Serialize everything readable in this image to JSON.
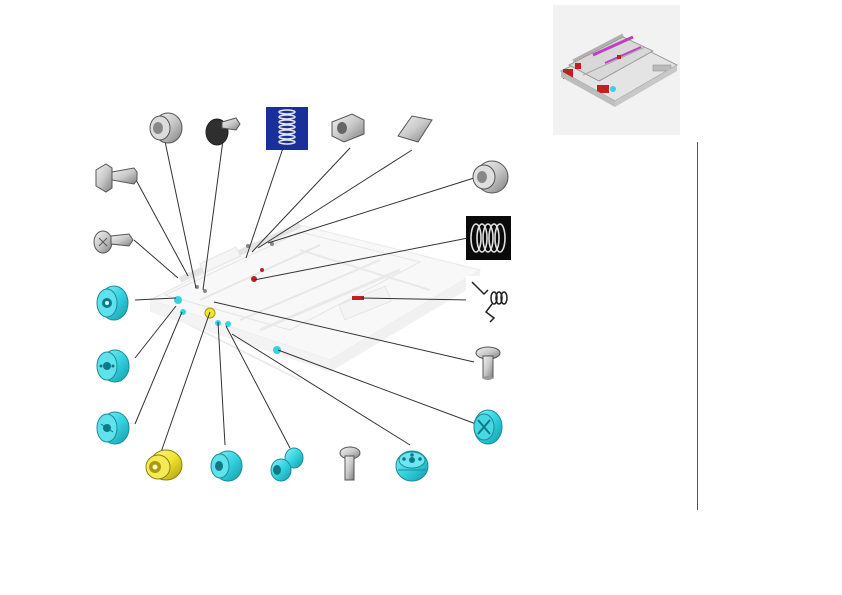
{
  "diagram": {
    "title": "",
    "background": "#ffffff",
    "colors": {
      "cyan": "#34d3e0",
      "cyan_dark": "#1f9fb0",
      "yellow": "#f2e430",
      "yellow_dark": "#b8aa10",
      "grey": "#c9c9c9",
      "grey_dark": "#8a8a8a",
      "spring_blue": "#1a2f9a",
      "accent_red": "#c02020",
      "accent_magenta": "#c040c0",
      "leader": "#333333"
    },
    "parts": [
      {
        "id": "screw-flat",
        "icon": "flat-head-screw-icon",
        "color": "grey"
      },
      {
        "id": "screw-pan",
        "icon": "pan-head-screw-icon",
        "color": "grey"
      },
      {
        "id": "bushing-cyan-1",
        "icon": "flanged-bushing-icon",
        "color": "cyan"
      },
      {
        "id": "bushing-cyan-2",
        "icon": "bushing-icon",
        "color": "cyan"
      },
      {
        "id": "bushing-cyan-3",
        "icon": "bushing-icon",
        "color": "cyan"
      },
      {
        "id": "collar-grey-top",
        "icon": "flanged-collar-icon",
        "color": "grey"
      },
      {
        "id": "pin-grey-top",
        "icon": "pin-icon",
        "color": "grey"
      },
      {
        "id": "spring-blue",
        "icon": "compression-spring-icon",
        "color": "spring_blue"
      },
      {
        "id": "block-grey",
        "icon": "block-icon",
        "color": "grey"
      },
      {
        "id": "plate-grey",
        "icon": "plate-icon",
        "color": "grey"
      },
      {
        "id": "collar-grey-right",
        "icon": "flanged-collar-icon",
        "color": "grey"
      },
      {
        "id": "spring-black",
        "icon": "coil-spring-icon",
        "color": "grey"
      },
      {
        "id": "torsion-spring",
        "icon": "torsion-spring-icon",
        "color": "grey"
      },
      {
        "id": "pin-grey-right",
        "icon": "pin-icon",
        "color": "grey"
      },
      {
        "id": "gear-cyan",
        "icon": "gear-icon",
        "color": "cyan"
      },
      {
        "id": "bushing-yellow",
        "icon": "flanged-bushing-icon",
        "color": "yellow"
      },
      {
        "id": "bushing-cyan-4",
        "icon": "bushing-icon",
        "color": "cyan"
      },
      {
        "id": "bushing-cyan-5",
        "icon": "flanged-bushing-icon",
        "color": "cyan"
      },
      {
        "id": "pin-grey-bottom",
        "icon": "pin-icon",
        "color": "grey"
      },
      {
        "id": "pulley-cyan",
        "icon": "pulley-icon",
        "color": "cyan"
      }
    ]
  }
}
